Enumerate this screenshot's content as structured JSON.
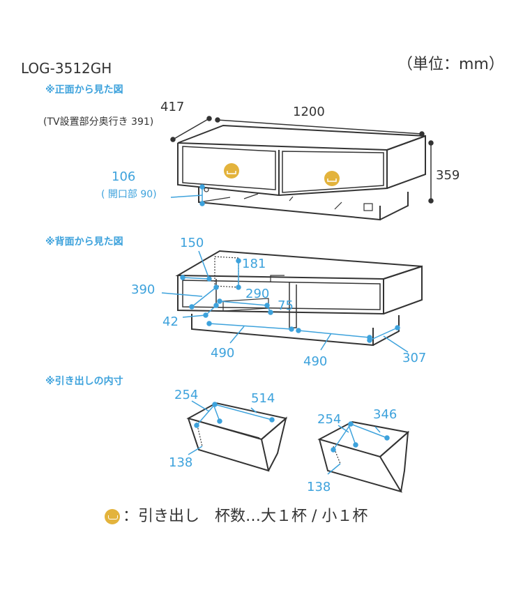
{
  "header": {
    "model": "LOG-3512GH",
    "unit": "（単位：mm）"
  },
  "sections": {
    "front": "※正面から見た図",
    "back": "※背面から見た図",
    "drawer": "※引き出しの内寸"
  },
  "front_dims": {
    "depth": "417",
    "depth_note": "(TV設置部分奥行き 391)",
    "width": "1200",
    "height": "359",
    "clearance": "106",
    "clearance_note": "( 開口部 90)"
  },
  "back_dims": {
    "d150": "150",
    "d181": "181",
    "d390": "390",
    "d290": "290",
    "d75": "75",
    "d42": "42",
    "d490a": "490",
    "d490b": "490",
    "d307": "307"
  },
  "drawer_dims": {
    "large_depth": "254",
    "large_width": "514",
    "large_height": "138",
    "small_depth": "254",
    "small_width": "346",
    "small_height": "138"
  },
  "legend": {
    "icon": "drawer-handle-icon",
    "text": "：引き出し　杯数…大１杯 / 小１杯"
  },
  "colors": {
    "line": "#333333",
    "accent": "#3da2dc",
    "handle": "#e3b33c"
  }
}
